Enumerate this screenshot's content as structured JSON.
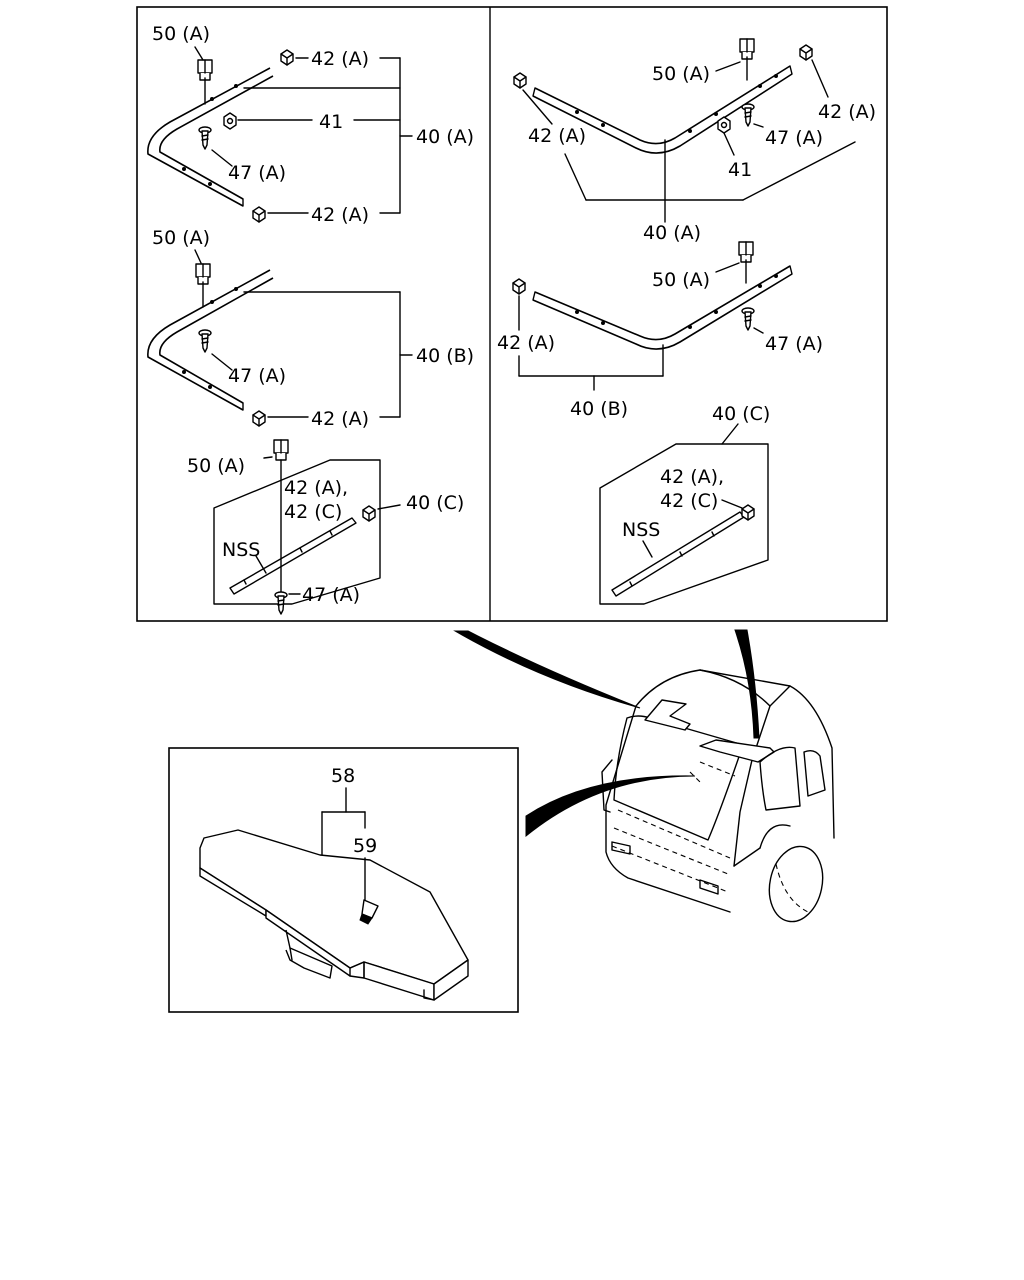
{
  "labels": {
    "p50a": "50 (A)",
    "p42a": "42 (A)",
    "p41": "41",
    "p40a": "40 (A)",
    "p47a": "47 (A)",
    "p40b": "40 (B)",
    "p40c": "40 (C)",
    "p42a_comma": "42 (A),",
    "p42c": "42 (C)",
    "nss": "NSS",
    "p58": "58",
    "p59": "59"
  }
}
